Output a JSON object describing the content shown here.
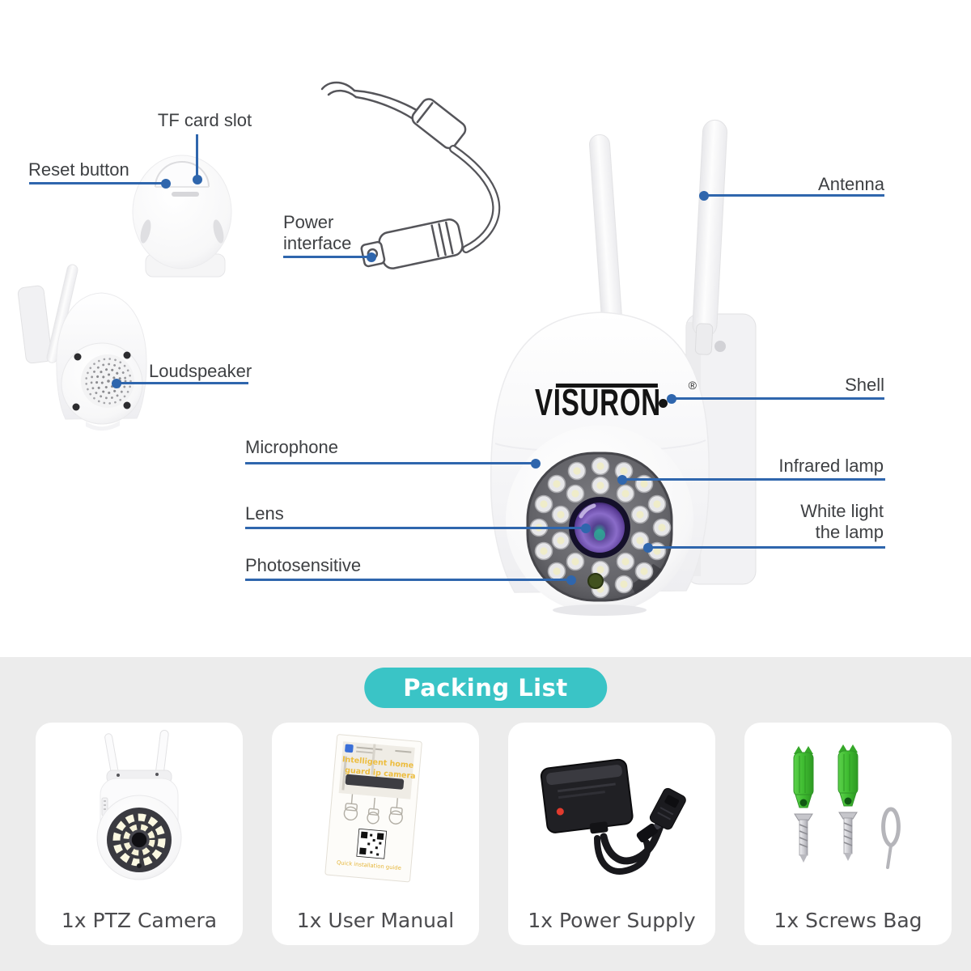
{
  "brand": {
    "name": "VISURON",
    "registered_mark": "®"
  },
  "diagram": {
    "labels": {
      "tf_card_slot": "TF card slot",
      "reset_button": "Reset button",
      "power_interface_line1": "Power",
      "power_interface_line2": "interface",
      "loudspeaker": "Loudspeaker",
      "antenna": "Antenna",
      "shell": "Shell",
      "microphone": "Microphone",
      "lens": "Lens",
      "photosensitive": "Photosensitive",
      "infrared_lamp": "Infrared lamp",
      "white_light_line1": "White light",
      "white_light_line2": "the lamp"
    }
  },
  "packing_list": {
    "title": "Packing List",
    "items": [
      {
        "label": "1x PTZ Camera"
      },
      {
        "label": "1x User Manual"
      },
      {
        "label": "1x Power Supply"
      },
      {
        "label": "1x Screws Bag"
      }
    ]
  },
  "user_manual_cover": {
    "title_line1": "Intelligent home",
    "title_line2": "guard ip camera",
    "footer": "Quick installation guide"
  },
  "colors": {
    "accent_teal": "#3ac4c6",
    "section_background": "#ececec",
    "label_text": "#3e4043",
    "leader_blue": "#2f66ad",
    "anchor_green": "#41bb33",
    "lens_purple": "#8a6cc9"
  }
}
